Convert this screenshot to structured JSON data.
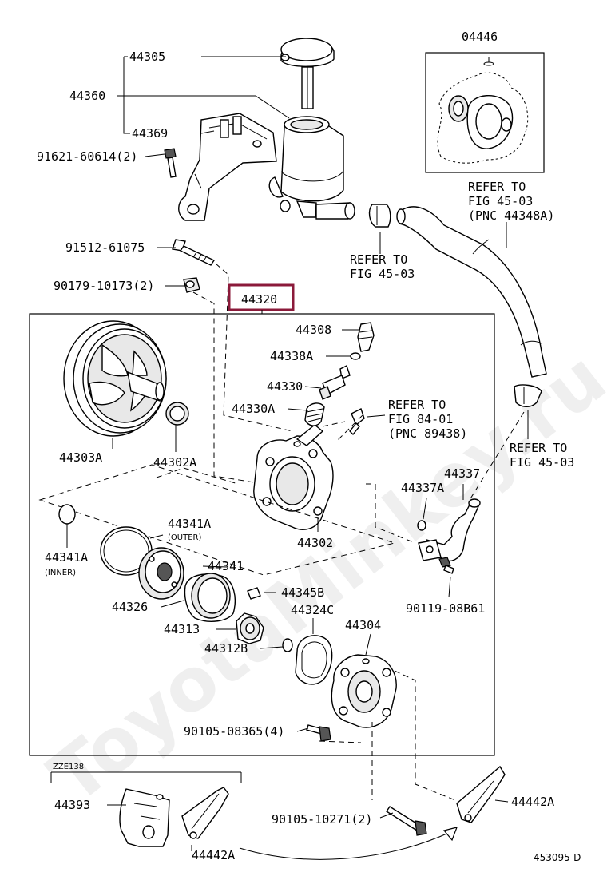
{
  "watermark": "ToyotaMinkey.ru",
  "callouts": {
    "p44305": "44305",
    "p44360": "44360",
    "p44369": "44369",
    "p91621": "91621-60614(2)",
    "p91512": "91512-61075",
    "p90179": "90179-10173(2)",
    "p44320": "44320",
    "p44308": "44308",
    "p44338A": "44338A",
    "p44330": "44330",
    "p44330A": "44330A",
    "p44303A": "44303A",
    "p44302A": "44302A",
    "p44302": "44302",
    "p44341A": "44341A",
    "p44341A_inner": "44341A",
    "p44341": "44341",
    "p44326": "44326",
    "p44345B": "44345B",
    "p44324C": "44324C",
    "p44313": "44313",
    "p44312B": "44312B",
    "p44304": "44304",
    "p90105a": "90105-08365(4)",
    "p44337": "44337",
    "p44337A": "44337A",
    "p90119": "90119-08B61",
    "p04446": "04446",
    "p44393": "44393",
    "p44442A_a": "44442A",
    "p44442A_b": "44442A",
    "p90105b": "90105-10271(2)"
  },
  "notes": {
    "outer": "(OUTER)",
    "inner": "(INNER)",
    "zze": "ZZE138",
    "drawing_id": "453095-D"
  },
  "refs": {
    "ref1_line1": "REFER TO",
    "ref1_line2": "FIG 45-03",
    "ref1_line3": "(PNC 44348A)",
    "ref2_line1": "REFER TO",
    "ref2_line2": "FIG 45-03",
    "ref3_line1": "REFER TO",
    "ref3_line2": "FIG 84-01",
    "ref3_line3": "(PNC 89438)",
    "ref4_line1": "REFER TO",
    "ref4_line2": "FIG 45-03"
  }
}
